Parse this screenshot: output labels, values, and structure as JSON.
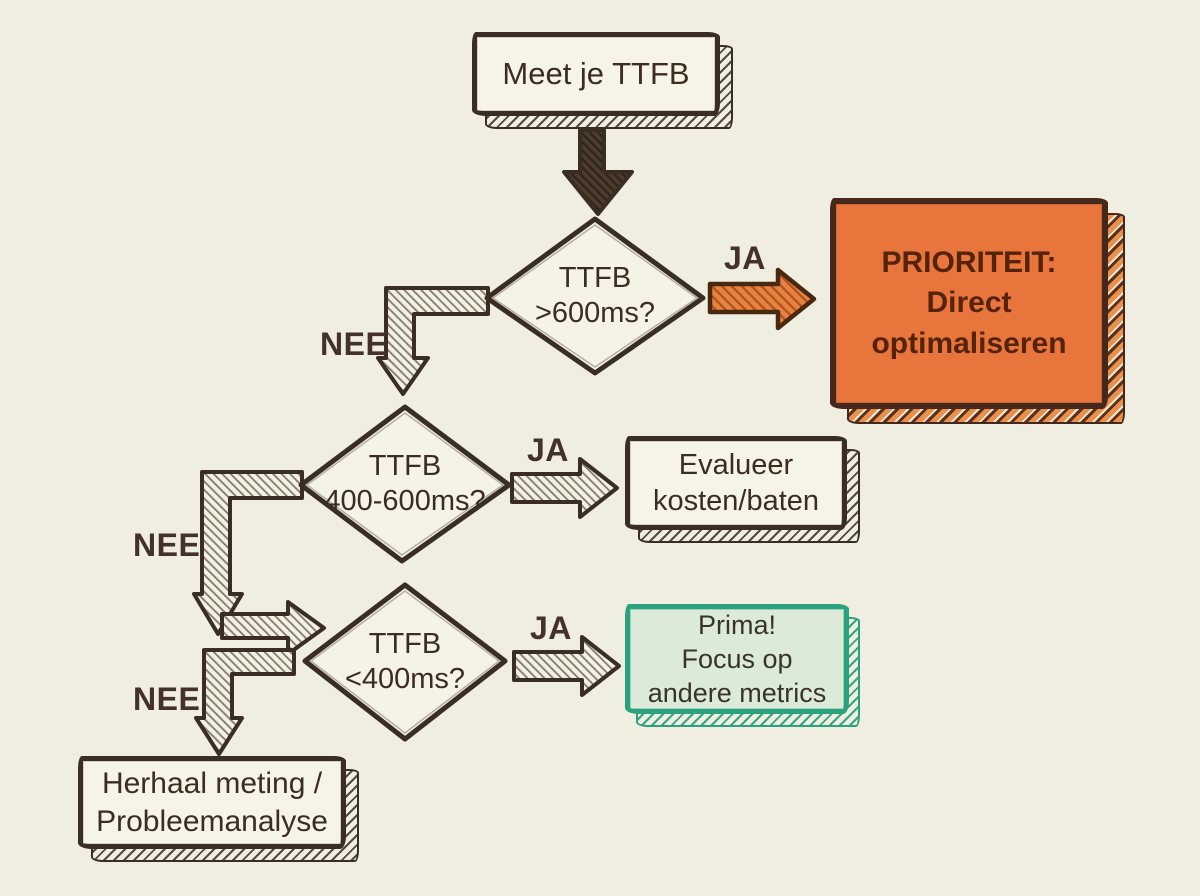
{
  "diagram": {
    "language": "nl",
    "topic": "TTFB flowchart"
  },
  "colors": {
    "background": "#efeee0",
    "ink": "#3a2e24",
    "node_fill": "#f6f4e7",
    "priority_orange": "#e8753c",
    "priority_border": "#46281a",
    "priority_text": "#552309",
    "prima_green_border": "#2ba27d",
    "prima_green_fill": "#dcead9"
  },
  "nodes": {
    "start": {
      "label": "Meet je TTFB"
    },
    "check600": {
      "label": "TTFB\n>600ms?"
    },
    "priority": {
      "label": "PRIORITEIT:\nDirect\noptimaliseren"
    },
    "check400600": {
      "label": "TTFB\n400-600ms?"
    },
    "evaluate": {
      "label": "Evalueer\nkosten/baten"
    },
    "check400": {
      "label": "TTFB\n<400ms?"
    },
    "prima": {
      "label": "Prima!\nFocus op\nandere metrics"
    },
    "repeat": {
      "label": "Herhaal meting /\nProbleemanalyse"
    }
  },
  "edges": {
    "ja1": {
      "label": "JA"
    },
    "nee1": {
      "label": "NEE"
    },
    "ja2": {
      "label": "JA"
    },
    "nee2": {
      "label": "NEE"
    },
    "ja3": {
      "label": "JA"
    },
    "nee3": {
      "label": "NEE"
    }
  }
}
